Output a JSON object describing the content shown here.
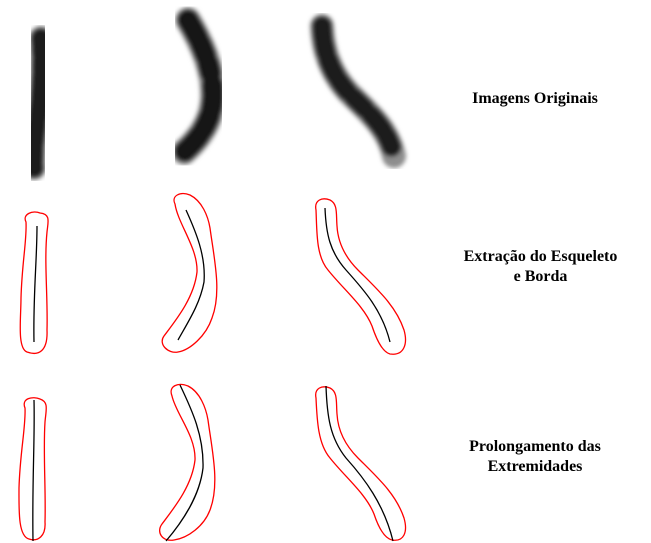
{
  "rows": [
    {
      "label_lines": [
        "Imagens Originais"
      ]
    },
    {
      "label_lines": [
        "Extração do Esqueleto",
        "e Borda"
      ]
    },
    {
      "label_lines": [
        "Prolongamento das",
        "Extremidades"
      ]
    }
  ],
  "colors": {
    "border": "#ff0000",
    "skeleton": "#000000",
    "chromosome_dark": "#1a1a1a",
    "chromosome_light": "#9a9a9a",
    "background": "#ffffff"
  }
}
